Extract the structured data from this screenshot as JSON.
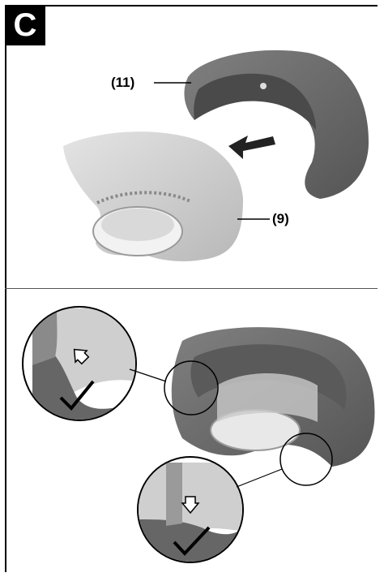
{
  "figure": {
    "label": "C",
    "callouts": {
      "part_11": "(11)",
      "part_9": "(9)"
    }
  },
  "colors": {
    "dark_guard": "#6f6f6f",
    "light_guard": "#cfcfcf",
    "frame": "#000000"
  }
}
